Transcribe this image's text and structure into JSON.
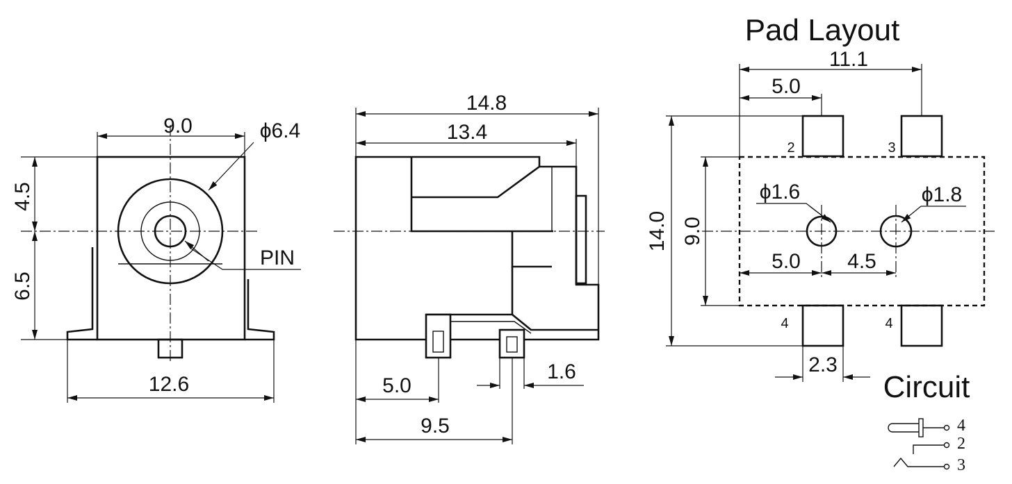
{
  "colors": {
    "line": "#111111",
    "background": "#ffffff"
  },
  "front_view": {
    "width_top": "9.0",
    "width_bottom": "12.6",
    "height_top": "4.5",
    "height_bottom": "6.5",
    "jack_diameter": "ϕ6.4",
    "pin_label": "PIN"
  },
  "side_view": {
    "length_total": "14.8",
    "length_body": "13.4",
    "pin_offset": "5.0",
    "pin_spacing": "9.5",
    "pin_width": "1.6"
  },
  "pad_layout": {
    "title": "Pad Layout",
    "width_total": "11.1",
    "pad_offset": "5.0",
    "height_total": "14.0",
    "body_height": "9.0",
    "hole_left": "ϕ1.6",
    "hole_right": "ϕ1.8",
    "hole_offset": "5.0",
    "hole_spacing": "4.5",
    "pad_width": "2.3",
    "pad_labels": [
      "2",
      "3",
      "4",
      "4"
    ]
  },
  "circuit": {
    "title": "Circuit",
    "pins": [
      "4",
      "2",
      "3"
    ]
  }
}
